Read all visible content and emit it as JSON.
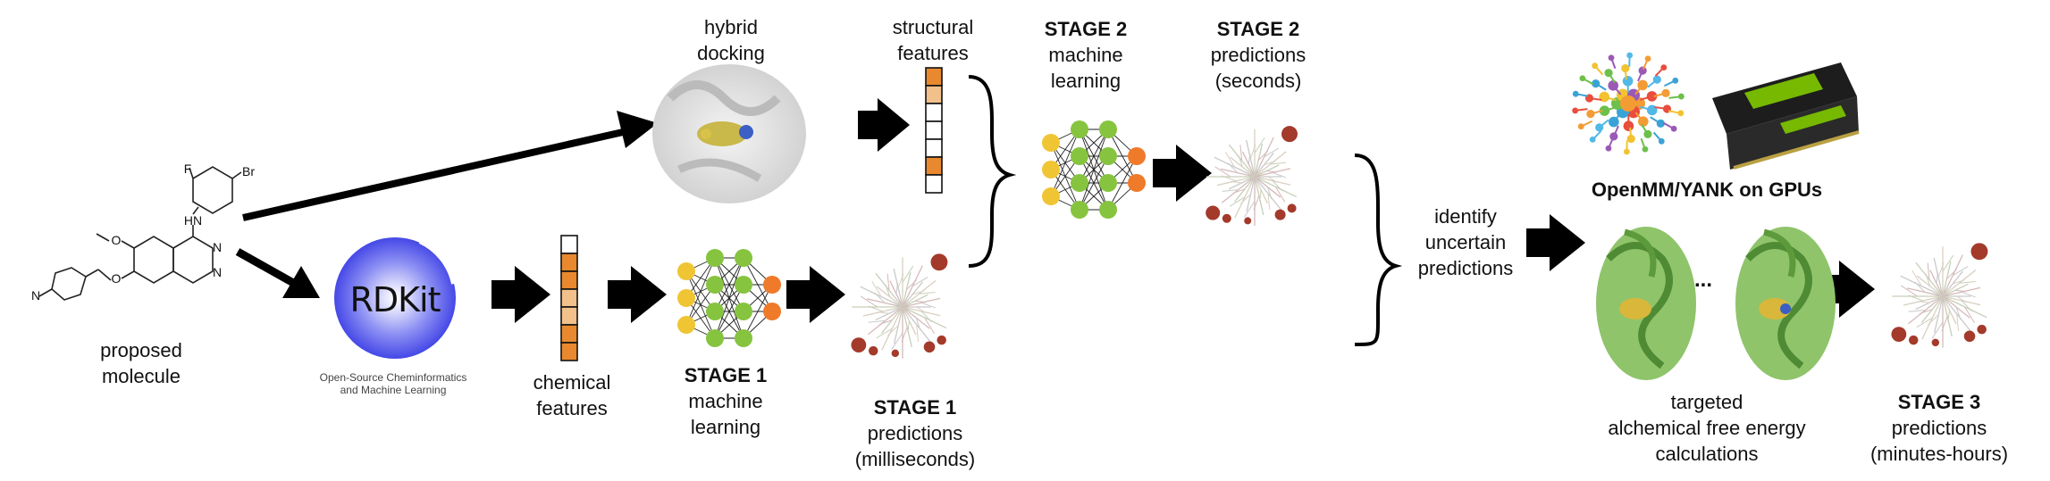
{
  "labels": {
    "proposed_molecule": [
      "proposed",
      "molecule"
    ],
    "hybrid_docking": [
      "hybrid",
      "docking"
    ],
    "structural_features": [
      "structural",
      "features"
    ],
    "chemical_features": [
      "chemical",
      "features"
    ],
    "stage1_ml": {
      "bold": "STAGE 1",
      "lines": [
        "machine",
        "learning"
      ]
    },
    "stage1_pred": {
      "bold": "STAGE 1",
      "lines": [
        "predictions",
        "(milliseconds)"
      ]
    },
    "stage2_ml": {
      "bold": "STAGE 2",
      "lines": [
        "machine",
        "learning"
      ]
    },
    "stage2_pred": {
      "bold": "STAGE 2",
      "lines": [
        "predictions",
        "(seconds)"
      ]
    },
    "identify": [
      "identify",
      "uncertain",
      "predictions"
    ],
    "openmm": "OpenMM/YANK on GPUs",
    "targeted": [
      "targeted",
      "alchemical free energy",
      "calculations"
    ],
    "stage3_pred": {
      "bold": "STAGE 3",
      "lines": [
        "predictions",
        "(minutes-hours)"
      ]
    }
  },
  "rdkit": {
    "logo_text": "RDKit",
    "tagline": [
      "Open-Source Cheminformatics",
      "and Machine Learning"
    ]
  },
  "molecule_atoms": {
    "F": "F",
    "Br": "Br",
    "HN": "HN",
    "O1": "O",
    "O2": "O",
    "N1": "N",
    "N2": "N",
    "N3": "N"
  },
  "ellipsis": "...",
  "colors": {
    "feature_orange": "#e8892f",
    "feature_light": "#f2c08a",
    "nn_yellow": "#f0c534",
    "nn_green": "#86c440",
    "nn_orange": "#ef7a2a",
    "rdkit_blue": "#4f53e8",
    "protein_green": "#6aa84f",
    "tree_red": "#a33a2a"
  }
}
